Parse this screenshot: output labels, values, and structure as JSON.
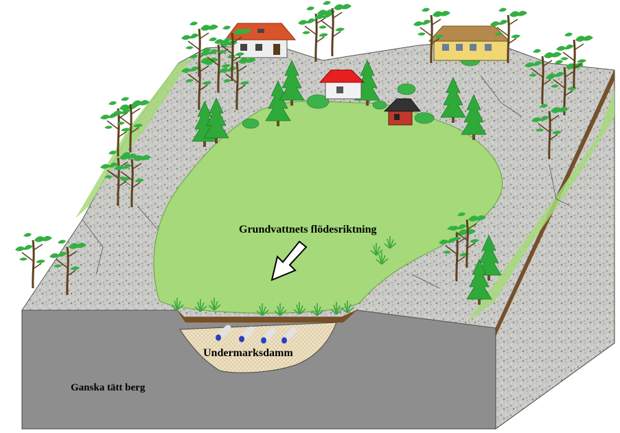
{
  "labels": {
    "flow_direction": "Grundvattnets flödesriktning",
    "dam": "Undermarksdamm",
    "bedrock": "Ganska tätt berg"
  },
  "colors": {
    "gravel": "#c9cac6",
    "gravel_dark": "#8f918c",
    "meadow": "#a6d97a",
    "meadow_edge": "#6fa94a",
    "bedrock": "#8e8e8e",
    "soil": "#7a4f24",
    "sand": "#efe2c4",
    "pine": "#2faa3a",
    "pipe_end": "#2b3fbf"
  },
  "icons": [
    "house-icon",
    "tree-icon",
    "pine-icon",
    "arrow-icon",
    "pipe-icon"
  ]
}
